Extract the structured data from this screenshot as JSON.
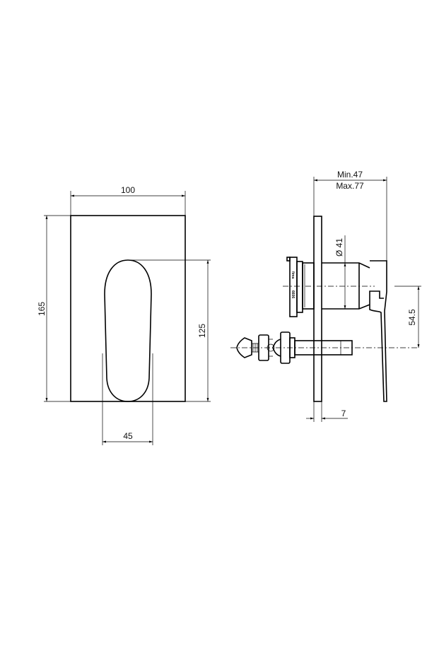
{
  "front_view": {
    "width_label": "100",
    "height_label": "165",
    "handle_height_label": "125",
    "handle_width_label": "45"
  },
  "side_view": {
    "depth_min_label": "Min.47",
    "depth_max_label": "Max.77",
    "diameter_label": "Ø 41",
    "offset_label": "54.5",
    "plate_thickness_label": "7",
    "flange_marks": [
      "fima",
      "6606"
    ]
  }
}
